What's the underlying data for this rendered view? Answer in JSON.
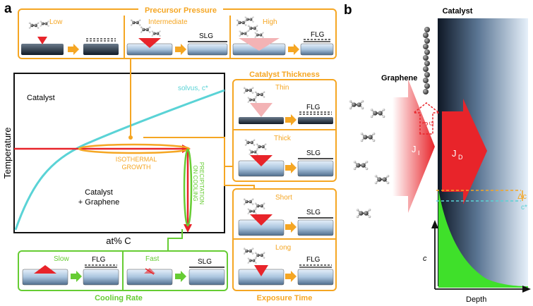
{
  "panel_a": {
    "label": "a",
    "precursor": {
      "title": "Precursor Pressure",
      "low": "Low",
      "intermediate": "Intermediate",
      "high": "High",
      "slg": "SLG",
      "flg": "FLG"
    },
    "phase": {
      "ylabel": "Temperature",
      "xlabel": "at% C",
      "region_top": "Catalyst",
      "region_bottom_1": "Catalyst",
      "region_bottom_2": "+ Graphene",
      "solvus": "solvus, c*",
      "isothermal_1": "ISOTHERMAL",
      "isothermal_2": "GROWTH",
      "precip_1": "PRECIPITATION",
      "precip_2": "ON COOLING"
    },
    "thickness": {
      "title": "Catalyst Thickness",
      "thin": "Thin",
      "thick": "Thick",
      "flg": "FLG",
      "slg": "SLG"
    },
    "exposure": {
      "title": "Exposure Time",
      "short": "Short",
      "long": "Long",
      "slg": "SLG",
      "flg": "FLG"
    },
    "cooling": {
      "title": "Cooling Rate",
      "slow": "Slow",
      "fast": "Fast",
      "flg": "FLG",
      "slg": "SLG"
    }
  },
  "panel_b": {
    "label": "b",
    "catalyst": "Catalyst",
    "graphene": "Graphene",
    "j_i": "J",
    "j_i_sub": "I",
    "j_d": "J",
    "j_d_sub": "D",
    "j_g": "J",
    "j_g_sub": "G",
    "delta_c": "Δc",
    "c_star": "c*",
    "c_axis": "c",
    "depth": "Depth"
  },
  "colors": {
    "orange": "#f5a623",
    "green": "#66cc33",
    "red": "#e8242a",
    "cyan": "#5ad3d6",
    "steel_dark": "#1f2a3a",
    "steel_light": "#c7dcef"
  }
}
